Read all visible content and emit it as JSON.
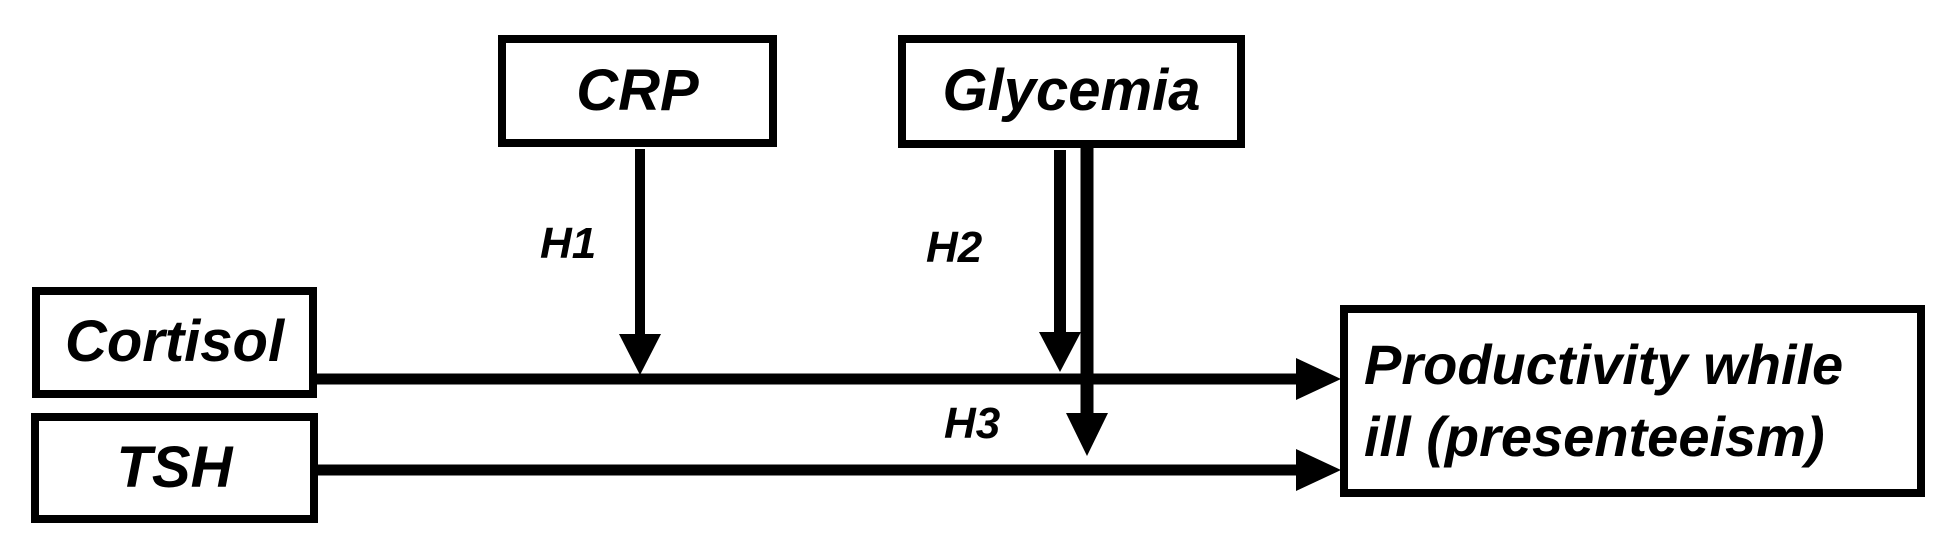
{
  "diagram": {
    "colors": {
      "background": "#ffffff",
      "line": "#000000",
      "text": "#000000"
    },
    "boxes": {
      "crp": {
        "label": "CRP"
      },
      "glycemia": {
        "label": "Glycemia"
      },
      "cortisol": {
        "label": "Cortisol"
      },
      "tsh": {
        "label": "TSH"
      },
      "productivity": {
        "label": "Productivity while ill (presenteeism)",
        "lines": [
          "Productivity while",
          "ill (presenteeism)"
        ]
      }
    },
    "arrows": [
      {
        "id": "h1",
        "label": "H1",
        "from": "CRP",
        "to": "Cortisol-Productivity arrow",
        "direction": "down"
      },
      {
        "id": "h2",
        "label": "H2",
        "from": "Glycemia",
        "to": "Cortisol-Productivity arrow",
        "direction": "down"
      },
      {
        "id": "h3",
        "label": "H3",
        "from": "Glycemia",
        "to": "above TSH-Productivity arrow",
        "direction": "down"
      },
      {
        "id": "cortisol-productivity",
        "label": "",
        "from": "Cortisol",
        "to": "Productivity while ill (presenteeism)",
        "direction": "right"
      },
      {
        "id": "tsh-productivity",
        "label": "",
        "from": "TSH",
        "to": "Productivity while ill (presenteeism)",
        "direction": "right"
      }
    ]
  }
}
